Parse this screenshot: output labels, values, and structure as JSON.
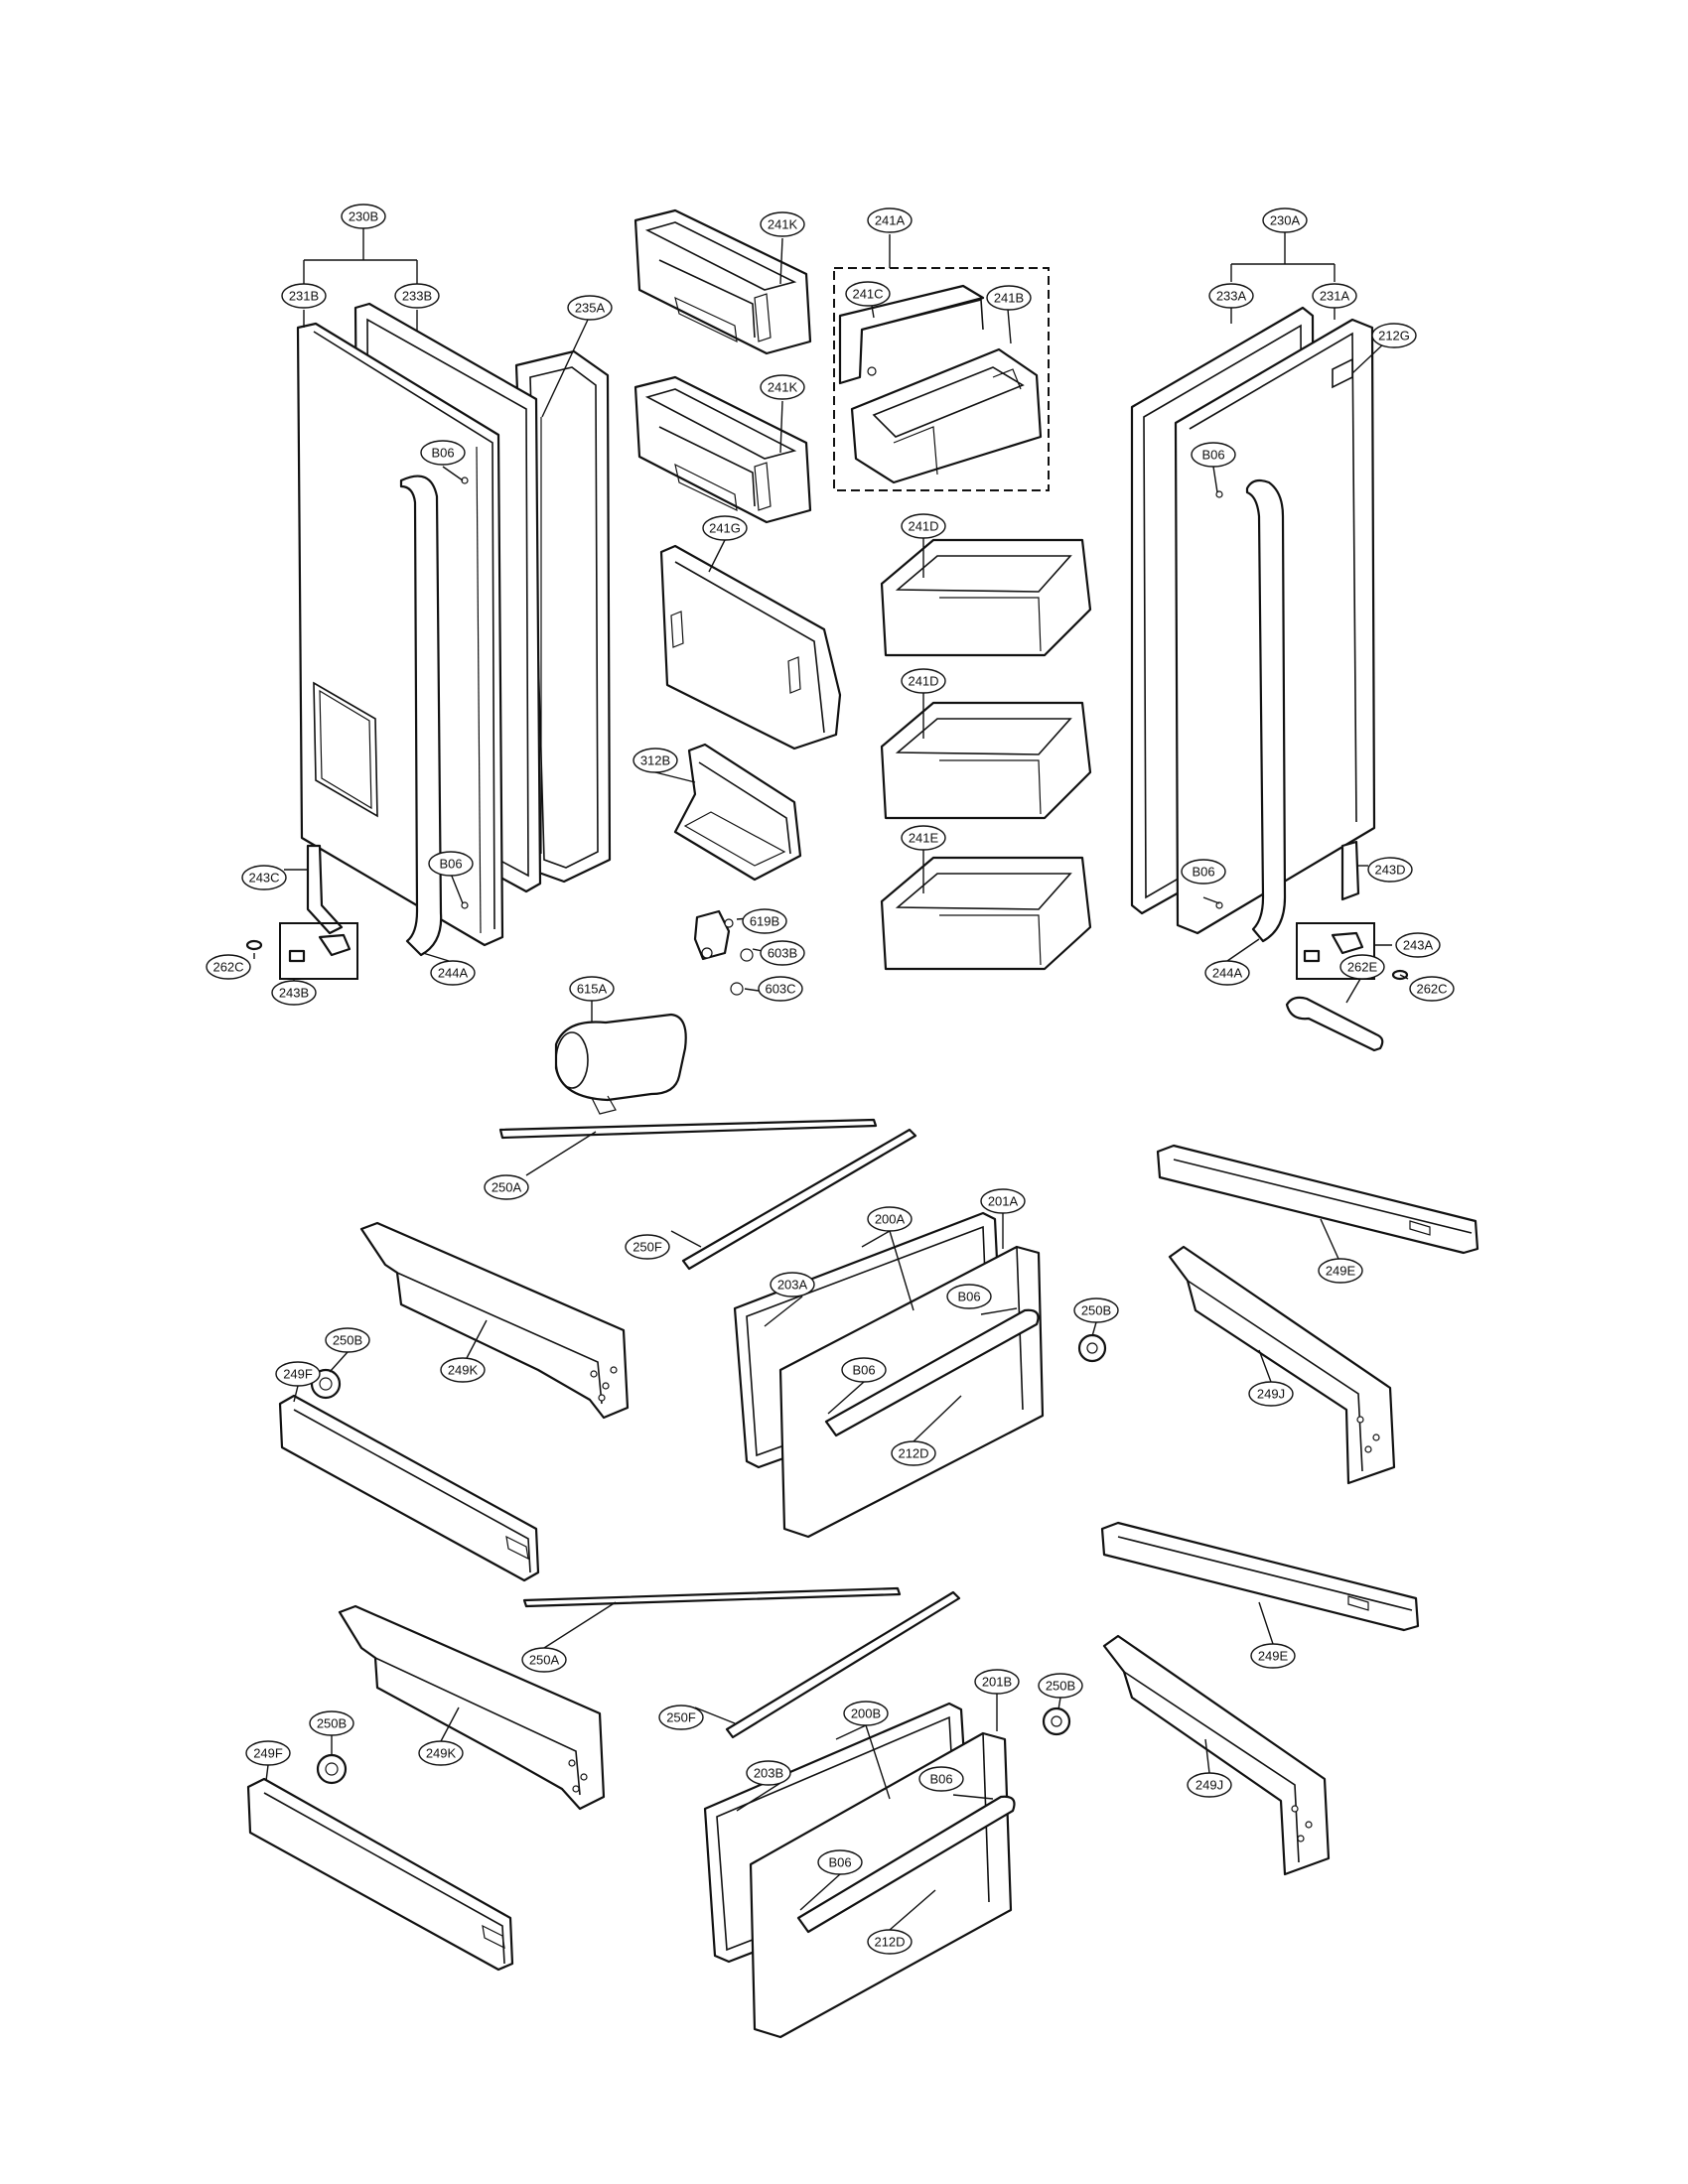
{
  "callouts": {
    "c230B": "230B",
    "c231B": "231B",
    "c233B": "233B",
    "c235A": "235A",
    "c241K_1": "241K",
    "c241K_2": "241K",
    "c241A": "241A",
    "c241C": "241C",
    "c241B": "241B",
    "c230A": "230A",
    "c233A": "233A",
    "c231A": "231A",
    "c212G": "212G",
    "cB06_1": "B06",
    "cB06_2": "B06",
    "cB06_3": "B06",
    "cB06_4": "B06",
    "c241G": "241G",
    "c241D_1": "241D",
    "c241D_2": "241D",
    "c241E": "241E",
    "c312B": "312B",
    "c243C": "243C",
    "c243D": "243D",
    "c243A": "243A",
    "c243B": "243B",
    "c262C_1": "262C",
    "c262C_2": "262C",
    "c262E": "262E",
    "c244A_1": "244A",
    "c244A_2": "244A",
    "c619B": "619B",
    "c603B": "603B",
    "c603C": "603C",
    "c615A": "615A",
    "c250A_1": "250A",
    "c250F_1": "250F",
    "c200A": "200A",
    "c201A": "201A",
    "c203A": "203A",
    "cB06_5": "B06",
    "cB06_6": "B06",
    "c212D_1": "212D",
    "c250B_1": "250B",
    "c250B_2": "250B",
    "c249E_1": "249E",
    "c249J_1": "249J",
    "c249K_1": "249K",
    "c249F_1": "249F",
    "c250A_2": "250A",
    "c250F_2": "250F",
    "c200B": "200B",
    "c201B": "201B",
    "c203B": "203B",
    "cB06_7": "B06",
    "cB06_8": "B06",
    "c212D_2": "212D",
    "c250B_3": "250B",
    "c250B_4": "250B",
    "c249E_2": "249E",
    "c249J_2": "249J",
    "c249K_2": "249K",
    "c249F_2": "249F"
  }
}
